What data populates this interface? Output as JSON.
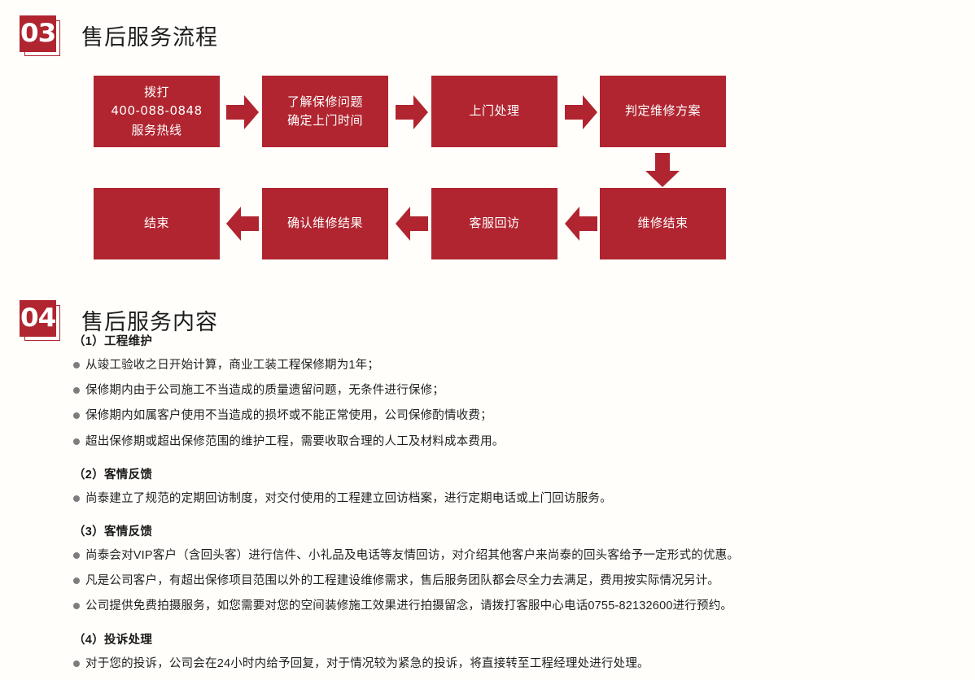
{
  "sections": [
    {
      "number": "03",
      "title": "售后服务流程"
    },
    {
      "number": "04",
      "title": "售后服务内容"
    }
  ],
  "flowchart": {
    "boxes": [
      {
        "id": "call-hotline",
        "lines": [
          "拨打",
          "400-088-0848",
          "服务热线"
        ]
      },
      {
        "id": "understand-warranty",
        "lines": [
          "了解保修问题",
          "确定上门时间"
        ]
      },
      {
        "id": "onsite-handling",
        "lines": [
          "上门处理"
        ]
      },
      {
        "id": "determine-plan",
        "lines": [
          "判定维修方案"
        ]
      },
      {
        "id": "repair-finished",
        "lines": [
          "维修结束"
        ]
      },
      {
        "id": "customer-revisit",
        "lines": [
          "客服回访"
        ]
      },
      {
        "id": "confirm-result",
        "lines": [
          "确认维修结果"
        ]
      },
      {
        "id": "end",
        "lines": [
          "结束"
        ]
      }
    ],
    "arrows": [
      {
        "id": "arrow-1",
        "direction": "right"
      },
      {
        "id": "arrow-2",
        "direction": "right"
      },
      {
        "id": "arrow-3",
        "direction": "right"
      },
      {
        "id": "arrow-4",
        "direction": "down"
      },
      {
        "id": "arrow-5",
        "direction": "left"
      },
      {
        "id": "arrow-6",
        "direction": "left"
      },
      {
        "id": "arrow-7",
        "direction": "left"
      }
    ]
  },
  "content": {
    "groups": [
      {
        "heading": "（1）工程维护",
        "items": [
          "从竣工验收之日开始计算，商业工装工程保修期为1年；",
          "保修期内由于公司施工不当造成的质量遗留问题，无条件进行保修；",
          "保修期内如属客户使用不当造成的损坏或不能正常使用，公司保修酌情收费；",
          "超出保修期或超出保修范围的维护工程，需要收取合理的人工及材料成本费用。"
        ]
      },
      {
        "heading": "（2）客情反馈",
        "items": [
          "尚泰建立了规范的定期回访制度，对交付使用的工程建立回访档案，进行定期电话或上门回访服务。"
        ]
      },
      {
        "heading": "（3）客情反馈",
        "items": [
          "尚泰会对VIP客户（含回头客）进行信件、小礼品及电话等友情回访，对介绍其他客户来尚泰的回头客给予一定形式的优惠。",
          "凡是公司客户，有超出保修项目范围以外的工程建设维修需求，售后服务团队都会尽全力去满足，费用按实际情况另计。",
          "公司提供免费拍摄服务，如您需要对您的空间装修施工效果进行拍摄留念，请拨打客服中心电话0755-82132600进行预约。"
        ]
      },
      {
        "heading": "（4）投诉处理",
        "items": [
          "对于您的投诉，公司会在24小时内给予回复，对于情况较为紧急的投诉，将直接转至工程经理处进行处理。"
        ]
      }
    ]
  },
  "colors": {
    "brand_red": "#b02530",
    "background": "#fffefa",
    "bullet_gray": "#7d7d7d",
    "text": "#1a1a1a"
  }
}
